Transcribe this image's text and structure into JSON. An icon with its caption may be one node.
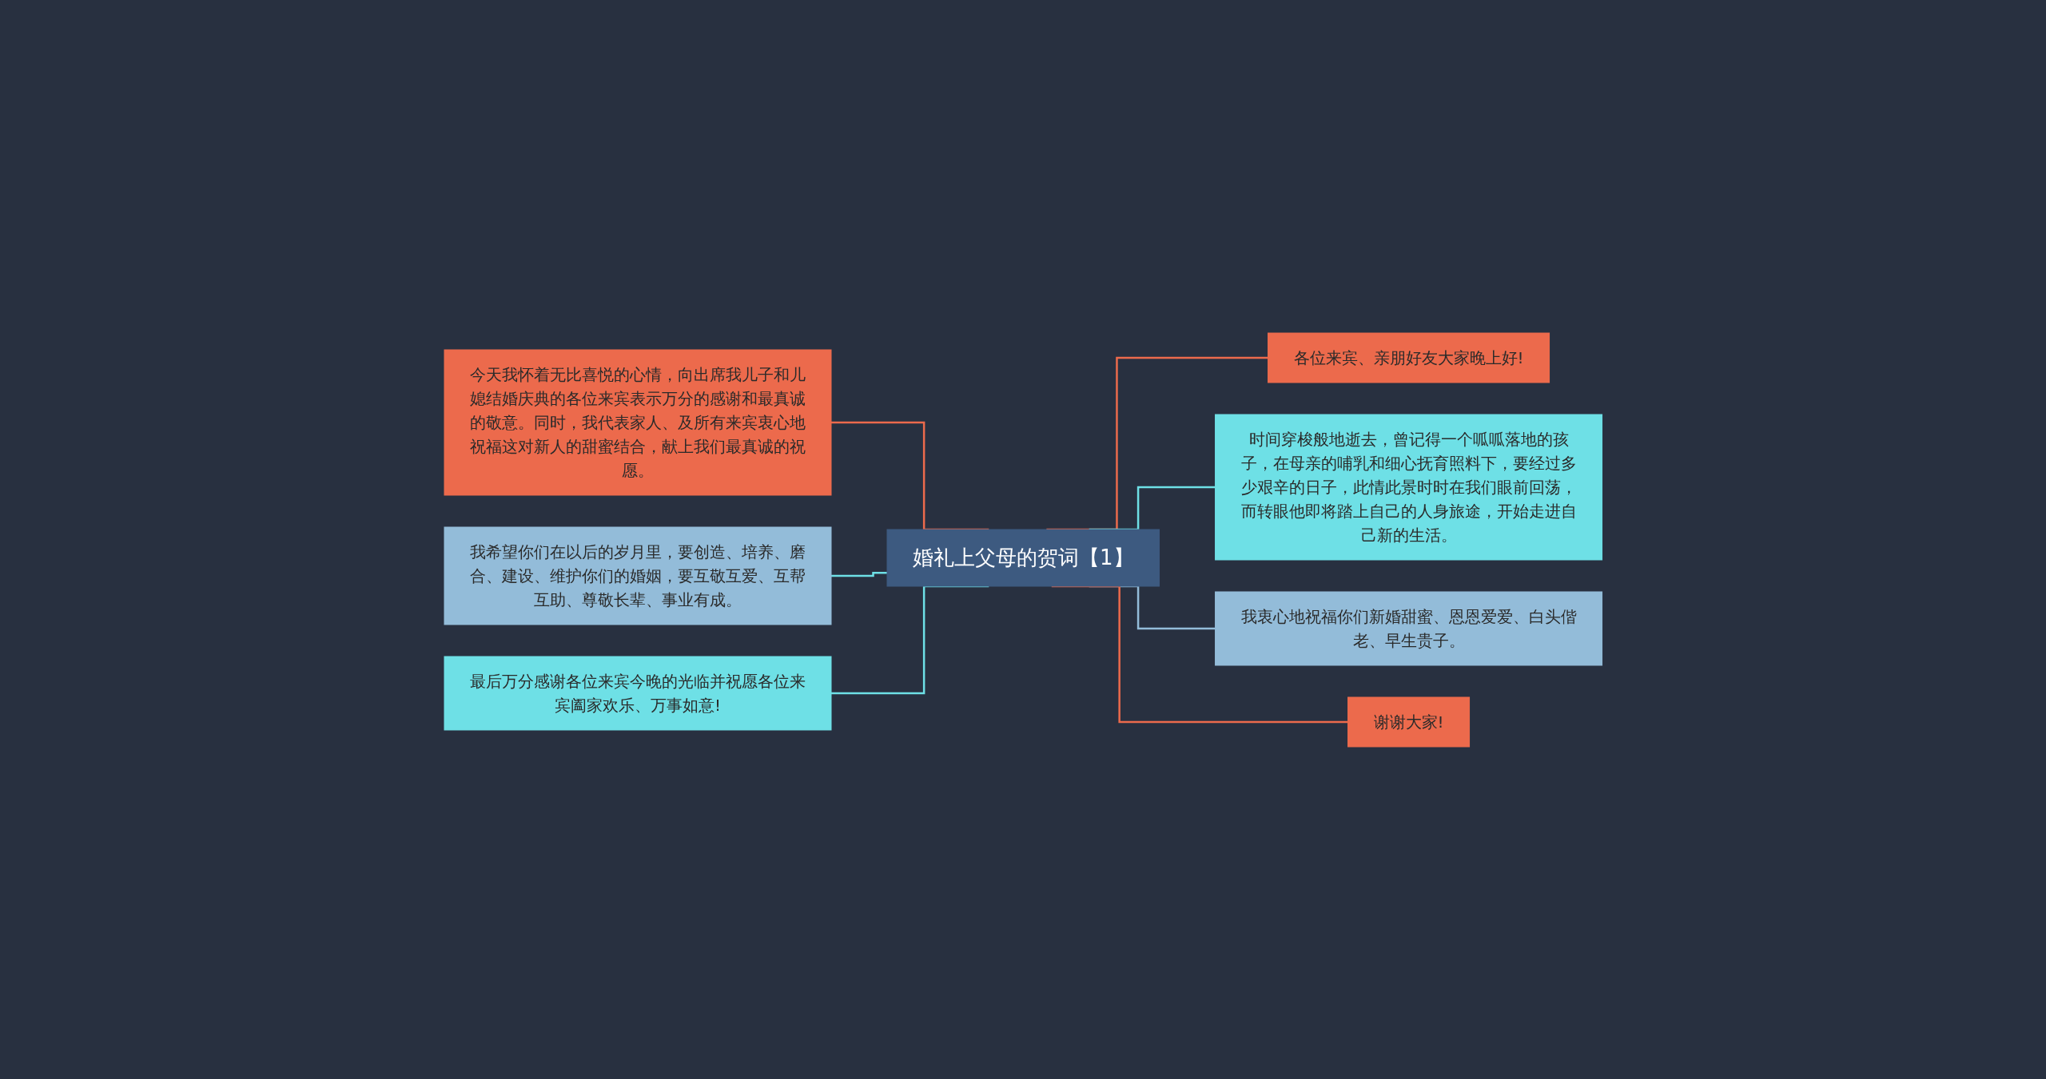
{
  "diagram": {
    "nodes": [
      {
        "text": [
          "婚礼上父母的贺词【1】"
        ]
      },
      {
        "text": [
          "今天我怀着无比喜悦的心情，向出席我儿子和儿媳结婚庆典的各位来宾表示万分的感谢和最真诚的敬意。同时，我代表家人、及所有来宾衷心地祝福这对新人的甜蜜结合，献上我们最真诚的祝愿。"
        ]
      },
      {
        "text": [
          "我希望你们在以后的岁月里，要创造、培养、磨合、建设、维护你们的婚姻，要互敬互爱、互帮互助、尊敬长辈、事业有成。"
        ]
      },
      {
        "text": [
          "最后万分感谢各位来宾今晚的光临并祝愿各位来宾阖家欢乐、万事如意!"
        ]
      },
      {
        "text": [
          "各位来宾、亲朋好友大家晚上好!"
        ]
      },
      {
        "text": [
          "时间穿梭般地逝去，曾记得一个呱呱落地的孩子，在母亲的哺乳和细心抚育照料下，要经过多少艰辛的日子，此情此景时时在我们眼前回荡，而转眼他即将踏上自己的人身旅途，开始走进自己新的生活。"
        ]
      },
      {
        "text": [
          "我衷心地祝福你们新婚甜蜜、恩恩爱爱、白头偕老、早生贵子。"
        ]
      },
      {
        "text": [
          "谢谢大家!"
        ]
      }
    ],
    "edges": [
      {
        "from": 0,
        "to": 1,
        "arrow": "none",
        "color": "#ec6a4c"
      },
      {
        "from": 0,
        "to": 2,
        "arrow": "none",
        "color": "#6ee0e6"
      },
      {
        "from": 0,
        "to": 3,
        "arrow": "none",
        "color": "#6ee0e6"
      },
      {
        "from": 0,
        "to": 4,
        "arrow": "none",
        "color": "#ec6a4c"
      },
      {
        "from": 0,
        "to": 5,
        "arrow": "none",
        "color": "#6ee0e6"
      },
      {
        "from": 0,
        "to": 6,
        "arrow": "none",
        "color": "#93bcd9"
      },
      {
        "from": 0,
        "to": 7,
        "arrow": "none",
        "color": "#ec6a4c"
      }
    ]
  }
}
